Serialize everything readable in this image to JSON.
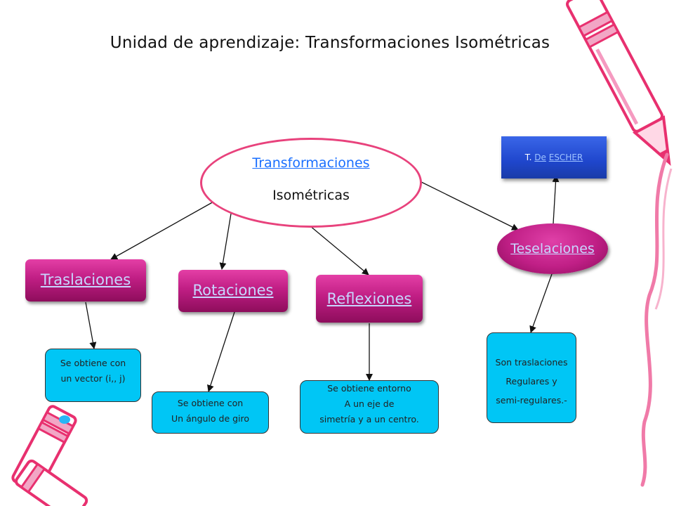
{
  "title": "Unidad de aprendizaje:  Transformaciones Isométricas",
  "center": {
    "link": "Transformaciones",
    "text": "Isométricas"
  },
  "nodes": {
    "traslaciones": "Traslaciones",
    "rotaciones": "Rotaciones",
    "reflexiones": "Reflexiones",
    "teselaciones": "Teselaciones"
  },
  "escher": {
    "prefix": "T. ",
    "de": "De",
    "escher": "ESCHER"
  },
  "notes": {
    "traslaciones": [
      "Se obtiene con",
      "un vector (i,, j)"
    ],
    "rotaciones": [
      "Se obtiene con",
      "Un ángulo de giro"
    ],
    "reflexiones": [
      "Se obtiene entorno",
      "A un eje de",
      "simetría y a un centro."
    ],
    "teselaciones": [
      "Son  traslaciones",
      "Regulares y",
      "semi-regulares.-"
    ]
  },
  "colors": {
    "oval_border": "#e8427c",
    "node_magenta": "#c01e84",
    "link_blue": "#1a6fff",
    "note_cyan": "#00c6f5",
    "escher_blue": "#1f46cc",
    "pencil_pink": "#ee2f7e"
  },
  "icons": [
    "pencil-icon-right",
    "pencil-icon-bottom-left"
  ]
}
